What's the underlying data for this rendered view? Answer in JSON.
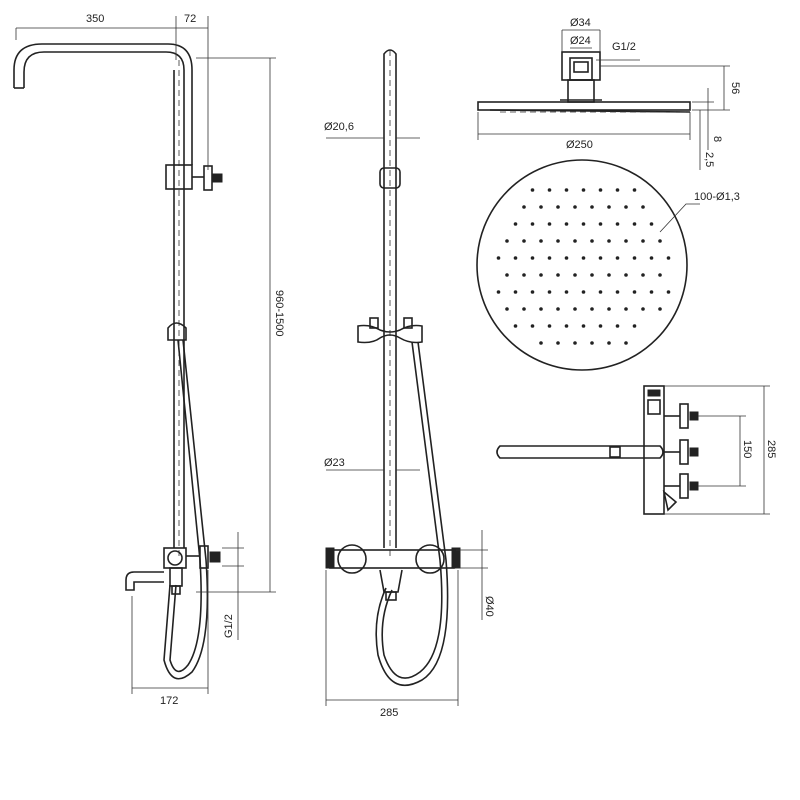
{
  "dimensions": {
    "arm_width": "350",
    "arm_offset": "72",
    "height_range": "960-1500",
    "inlet_thread_left": "G1/2",
    "base_width": "172",
    "pipe_diameter_top": "Ø20,6",
    "pipe_diameter_lower": "Ø23",
    "mixer_diameter": "Ø40",
    "mixer_width": "285",
    "head_connector_outer": "Ø34",
    "head_connector_inner": "Ø24",
    "head_thread": "G1/2",
    "head_height": "56",
    "head_diameter": "Ø250",
    "head_plate": "8",
    "head_gap": "2,5",
    "nozzle_spec": "100-Ø1,3",
    "inlet_spacing": "150",
    "mixer_height": "285"
  },
  "colors": {
    "line": "#222222",
    "background": "#ffffff"
  }
}
